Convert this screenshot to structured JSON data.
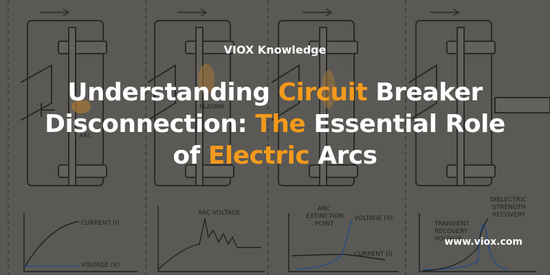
{
  "brand": "VIOX Knowledge",
  "headline": {
    "line1": [
      {
        "text": "Understanding ",
        "highlight": false
      },
      {
        "text": "Circuit",
        "highlight": true
      },
      {
        "text": " Breaker",
        "highlight": false
      }
    ],
    "line2": [
      {
        "text": "Disconnection: ",
        "highlight": false
      },
      {
        "text": "The",
        "highlight": true
      },
      {
        "text": " Essential Role",
        "highlight": false
      }
    ],
    "line3": [
      {
        "text": "of ",
        "highlight": false
      },
      {
        "text": "Electric",
        "highlight": true
      },
      {
        "text": " Arcs",
        "highlight": false
      }
    ]
  },
  "website": "www.viox.com",
  "diagram_labels": {
    "plasma": "PLASMA",
    "arc": "ARC",
    "current": "CURRENT (I)",
    "voltage": "VOLTAGE (V)",
    "arc_voltage": "ARC VOLTAGE",
    "arc_extinction_1": "ARC",
    "arc_extinction_2": "EXTINCTION",
    "arc_extinction_3": "POINT",
    "voltage_v": "VOLTAGE (V)",
    "current_i": "CURRENT (I)",
    "transient_1": "TRANSIENT",
    "transient_2": "RECOVERY",
    "transient_3": "VOLTAGE",
    "dielectric_1": "DIELECTRIC",
    "dielectric_2": "STRENGTH",
    "dielectric_3": "RECOVERY"
  },
  "colors": {
    "highlight": "#f39a1c",
    "text": "#ffffff",
    "background": "#6e6c67"
  }
}
